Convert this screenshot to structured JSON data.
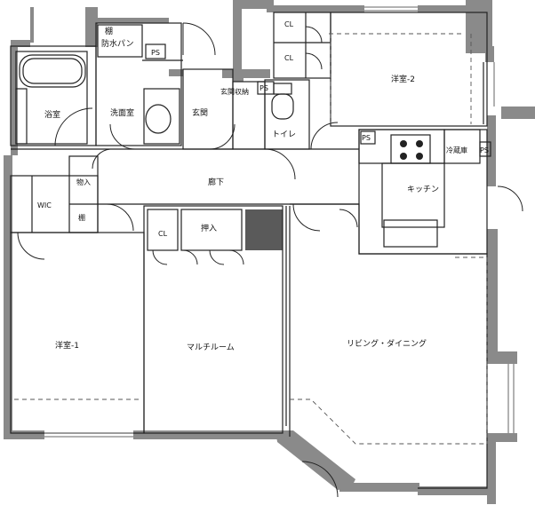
{
  "rooms": {
    "bath": "浴室",
    "washroom": "洗面室",
    "waterproof_pan": "防水パン",
    "shelf_top": "棚",
    "genkan": "玄関",
    "genkan_storage": "玄関収納",
    "toilet": "トイレ",
    "western_room_2": "洋室-2",
    "kitchen": "キッチン",
    "fridge": "冷蔵庫",
    "hallway": "廊下",
    "wic": "WIC",
    "storage_mono": "物入",
    "shelf_wic": "棚",
    "oshiire": "押入",
    "western_room_1": "洋室-1",
    "multi_room": "マルチルーム",
    "living_dining": "リビング・ダイニング"
  },
  "closets": {
    "cl_top_1": "CL",
    "cl_top_2": "CL",
    "cl_multi": "CL"
  },
  "pipe_spaces": {
    "ps_washroom": "PS",
    "ps_genkan": "PS",
    "ps_kitchen": "PS",
    "ps_fridge": "PS"
  },
  "colors": {
    "wall": "#8a8a8a",
    "wall_dark": "#5a5a5a",
    "line": "#222222"
  }
}
